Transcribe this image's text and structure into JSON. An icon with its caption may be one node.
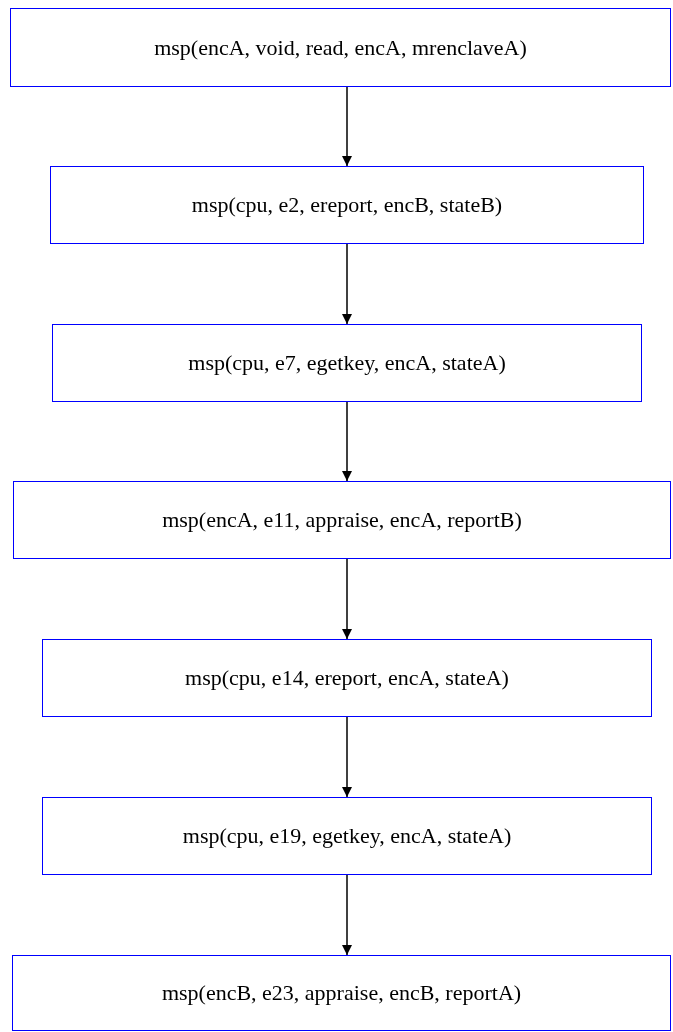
{
  "diagram": {
    "nodes": [
      {
        "text": [
          "msp(encA, void, read, encA, mrenclaveA)"
        ]
      },
      {
        "text": [
          "msp(cpu, e2, ereport, encB, stateB)"
        ]
      },
      {
        "text": [
          "msp(cpu, e7, egetkey, encA, stateA)"
        ]
      },
      {
        "text": [
          "msp(encA, e11, appraise, encA, reportB)"
        ]
      },
      {
        "text": [
          "msp(cpu, e14, ereport, encA, stateA)"
        ]
      },
      {
        "text": [
          "msp(cpu, e19, egetkey, encA, stateA)"
        ]
      },
      {
        "text": [
          "msp(encB, e23, appraise, encB, reportA)"
        ]
      }
    ],
    "edges": [
      {
        "from": 0,
        "to": 1,
        "arrow": "to"
      },
      {
        "from": 1,
        "to": 2,
        "arrow": "to"
      },
      {
        "from": 2,
        "to": 3,
        "arrow": "to"
      },
      {
        "from": 3,
        "to": 4,
        "arrow": "to"
      },
      {
        "from": 4,
        "to": 5,
        "arrow": "to"
      },
      {
        "from": 5,
        "to": 6,
        "arrow": "to"
      }
    ]
  }
}
